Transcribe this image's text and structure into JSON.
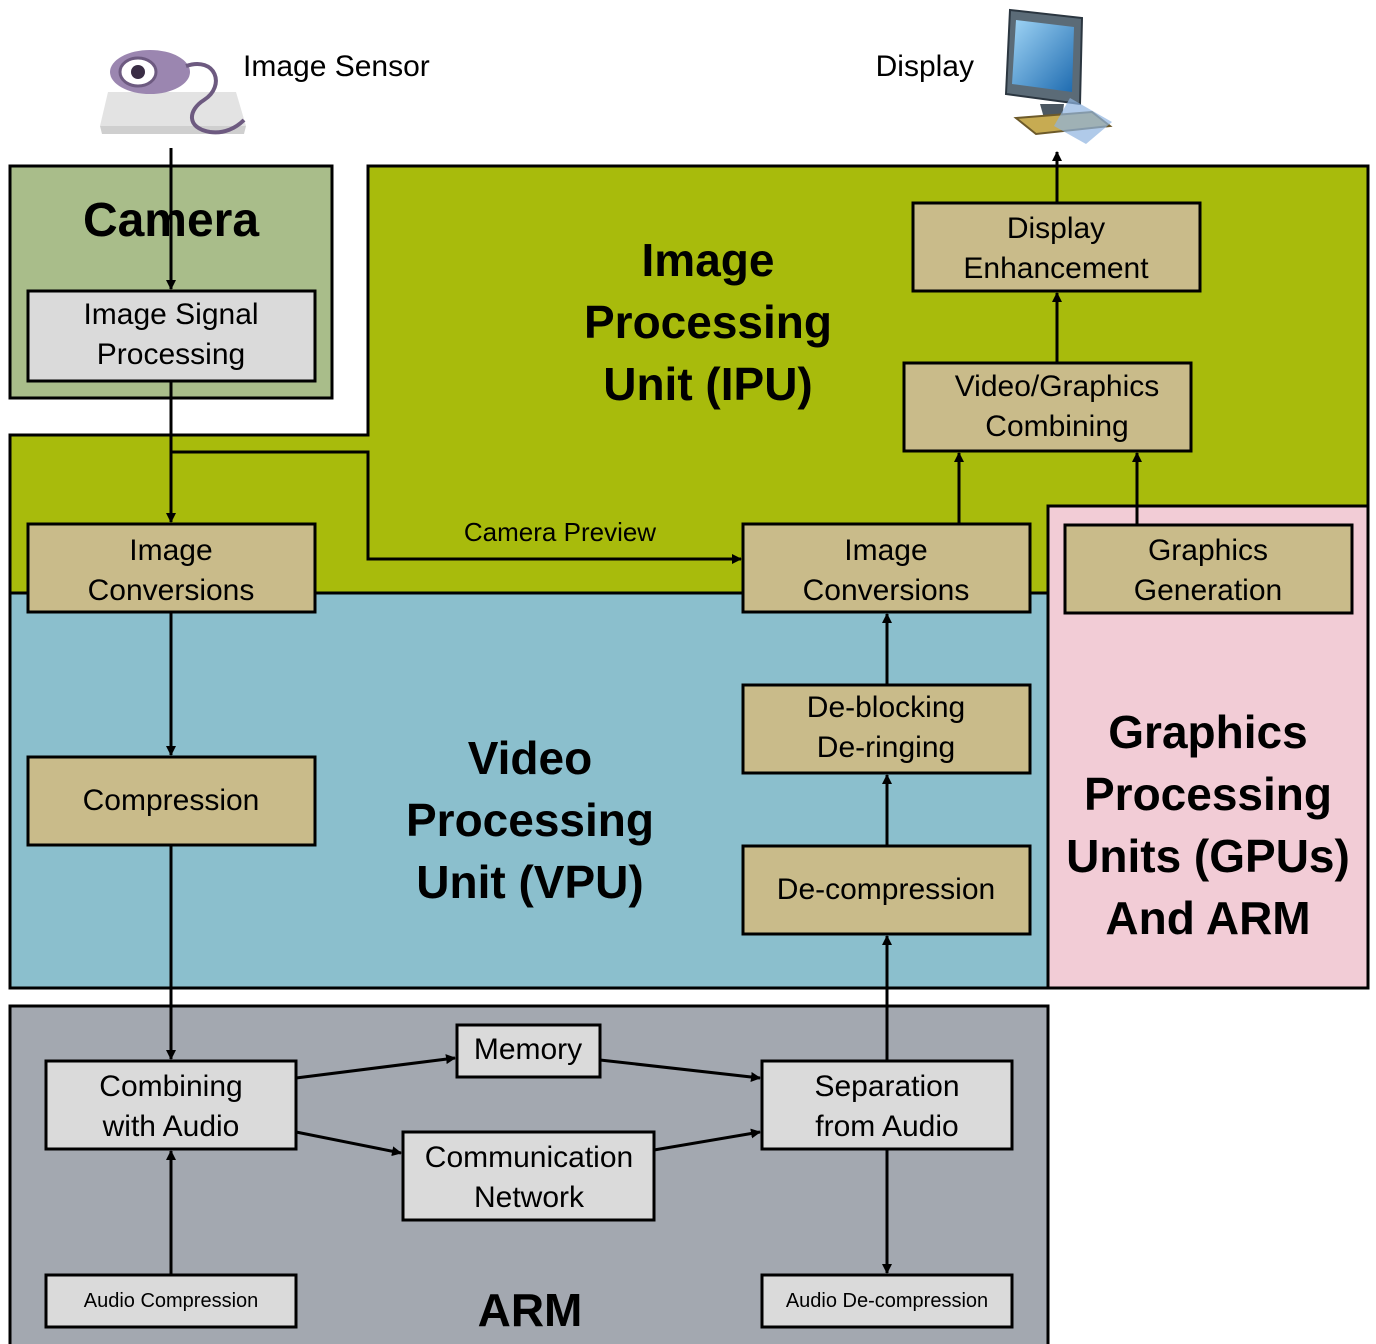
{
  "labels": {
    "image_sensor": "Image Sensor",
    "display": "Display",
    "camera_preview": "Camera Preview"
  },
  "icons": {
    "sensor": "webcam-icon",
    "display": "monitor-icon"
  },
  "regions": {
    "camera": {
      "title": [
        "Camera"
      ],
      "color": "#a9bd8a"
    },
    "ipu": {
      "title": [
        "Image",
        "Processing",
        "Unit (IPU)"
      ],
      "color": "#a8bb0c"
    },
    "vpu": {
      "title": [
        "Video",
        "Processing",
        "Unit (VPU)"
      ],
      "color": "#8bbfcd"
    },
    "gpu": {
      "title": [
        "Graphics",
        "Processing",
        "Units (GPUs)",
        "And ARM"
      ],
      "color": "#f2ccd6"
    },
    "arm": {
      "title": [
        "ARM"
      ],
      "color": "#a3a8b0"
    }
  },
  "colors": {
    "tan_box": "#c9bb8a",
    "gray_box": "#dadada",
    "stroke": "#000000"
  },
  "boxes": {
    "image_signal_processing": [
      "Image Signal",
      "Processing"
    ],
    "image_conversions_left": [
      "Image",
      "Conversions"
    ],
    "compression": [
      "Compression"
    ],
    "image_conversions_right": [
      "Image",
      "Conversions"
    ],
    "deblocking": [
      "De-blocking",
      "De-ringing"
    ],
    "decompression": [
      "De-compression"
    ],
    "video_graphics_combining": [
      "Video/Graphics",
      "Combining"
    ],
    "display_enhancement": [
      "Display",
      "Enhancement"
    ],
    "graphics_generation": [
      "Graphics",
      "Generation"
    ],
    "combining_with_audio": [
      "Combining",
      "with Audio"
    ],
    "memory": [
      "Memory"
    ],
    "communication_network": [
      "Communication",
      "Network"
    ],
    "separation_from_audio": [
      "Separation",
      "from Audio"
    ],
    "audio_compression": [
      "Audio Compression"
    ],
    "audio_decompression": [
      "Audio De-compression"
    ]
  }
}
